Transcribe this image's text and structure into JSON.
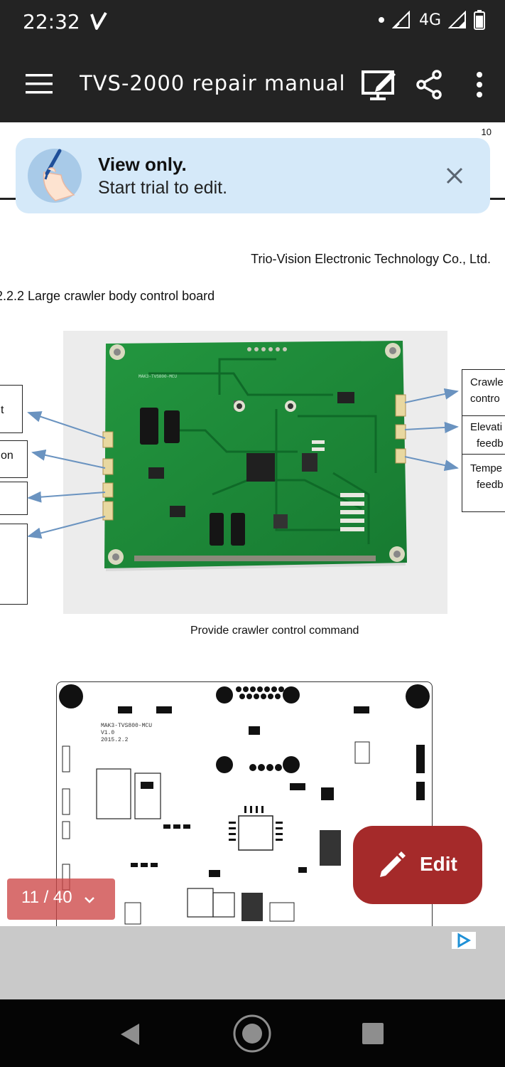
{
  "status_bar": {
    "time": "22:32",
    "network": "4G",
    "icons": [
      "check-icon",
      "dot-icon",
      "signal-icon",
      "battery-icon"
    ]
  },
  "app_bar": {
    "title": "TVS-2000 repair manual v...",
    "icons": [
      "menu-icon",
      "present-icon",
      "share-icon",
      "more-icon"
    ]
  },
  "document": {
    "page_number": "10",
    "company": "Trio-Vision Electronic Technology Co., Ltd.",
    "section_heading": "2.2.2 Large crawler body control board",
    "left_labels": [
      "t",
      "on"
    ],
    "right_labels": [
      {
        "line1": "Crawle",
        "line2": "contro"
      },
      {
        "line1": "Elevati",
        "line2": "feedb"
      },
      {
        "line1": "Tempe",
        "line2": "feedb"
      }
    ],
    "caption": "Provide crawler control command",
    "silkscreen": {
      "board_name": "MAK3-TVS800-MCU",
      "version": "V1.0",
      "date": "2015.2.2"
    }
  },
  "banner": {
    "title": "View only.",
    "subtitle": "Start trial to edit."
  },
  "fab": {
    "label": "Edit"
  },
  "page_indicator": {
    "label": "11 / 40"
  },
  "colors": {
    "bar_bg": "#232323",
    "banner_bg": "#d5e9f9",
    "fab_bg": "#a52a2a",
    "pcb_green": "#1f8e3a",
    "page_indicator_bg": "#cd4646"
  }
}
